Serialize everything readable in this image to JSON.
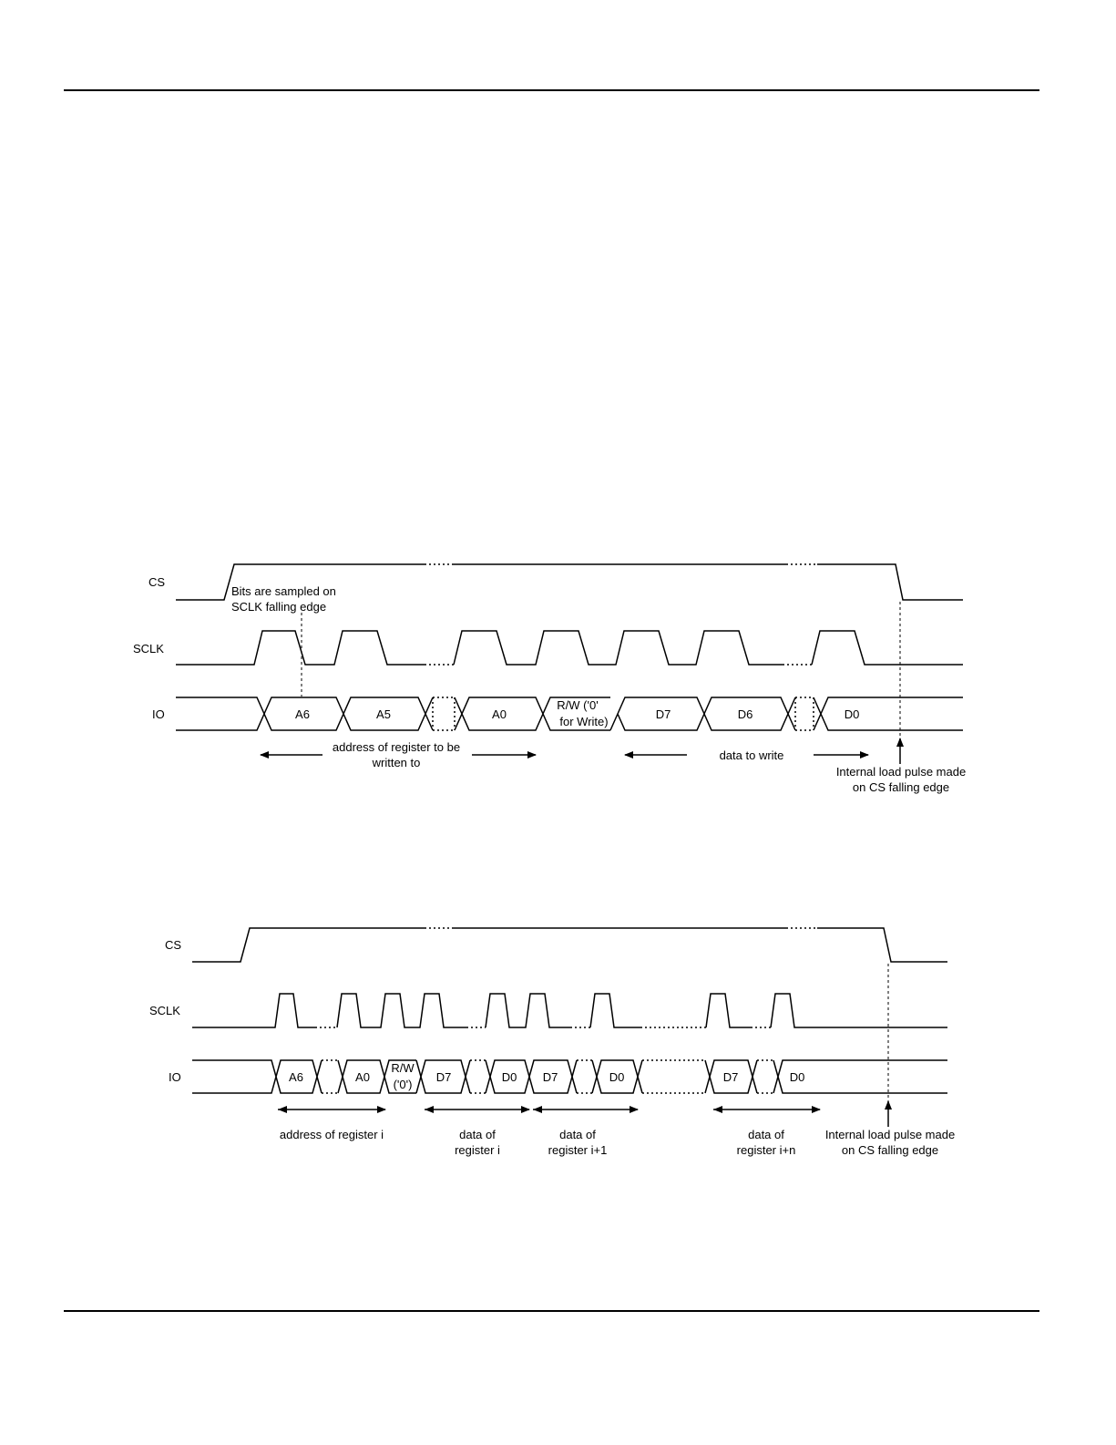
{
  "diagram1": {
    "signals": {
      "cs": "CS",
      "sclk": "SCLK",
      "io": "IO"
    },
    "note_sample": [
      "Bits are sampled on",
      "SCLK falling edge"
    ],
    "bits": {
      "a6": "A6",
      "a5": "A5",
      "a0": "A0",
      "d7": "D7",
      "d6": "D6",
      "d0": "D0"
    },
    "rw": [
      "R/W ('0'",
      "for Write)"
    ],
    "address_label": [
      "address of register to be",
      "written to"
    ],
    "data_label": "data to write",
    "load_pulse": [
      "Internal load pulse made",
      "on CS falling edge"
    ]
  },
  "diagram2": {
    "signals": {
      "cs": "CS",
      "sclk": "SCLK",
      "io": "IO"
    },
    "bits": {
      "a6": "A6",
      "a0": "A0",
      "d7_1": "D7",
      "d0_1": "D0",
      "d7_2": "D7",
      "d0_2": "D0",
      "d7_3": "D7",
      "d0_3": "D0"
    },
    "rw": [
      "R/W",
      "('0')"
    ],
    "address_label": "address of register i",
    "data_i": [
      "data of",
      "register i"
    ],
    "data_i1": [
      "data of",
      "register i+1"
    ],
    "data_in": [
      "data of",
      "register i+n"
    ],
    "load_pulse": [
      "Internal load pulse made",
      "on CS falling edge"
    ]
  }
}
